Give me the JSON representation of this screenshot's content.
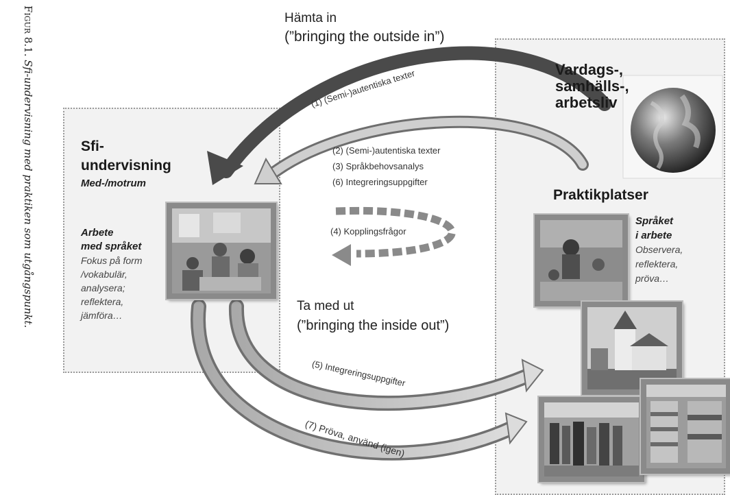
{
  "caption": {
    "figure": "Figur 8.1.",
    "text": "Sfi-undervisning med praktiken som utgångspunkt."
  },
  "top_heading": {
    "line1": "Hämta in",
    "line2": "(”bringing the outside in”)"
  },
  "bottom_heading": {
    "line1": "Ta med ut",
    "line2": "(”bringing the inside out”)"
  },
  "left_box": {
    "title_line1": "Sfi-",
    "title_line2": "undervisning",
    "subtitle": "Med-/motrum",
    "work_title_line1": "Arbete",
    "work_title_line2": "med språket",
    "desc": [
      "Fokus på form",
      "/vokabulär,",
      "analysera;",
      "reflektera,",
      "jämföra…"
    ]
  },
  "right_box": {
    "world_line1": "Vardags-,",
    "world_line2": "samhälls-,",
    "world_line3": "arbetsliv",
    "praktik_title": "Praktikplatser",
    "lang_title_line1": "Språket",
    "lang_title_line2": "i arbete",
    "desc": [
      "Observera,",
      "reflektera,",
      "pröva…"
    ]
  },
  "arrows": {
    "a1": "(1) (Semi-)autentiska texter",
    "a2": "(2) (Semi-)autentiska texter",
    "a3": "(3) Språkbehovsanalys",
    "a6": "(6) Integreringsuppgifter",
    "a4": "(4) Kopplingsfrågor",
    "a5": "(5) Integreringsuppgifter",
    "a7": "(7) Pröva, använd (igen)"
  }
}
